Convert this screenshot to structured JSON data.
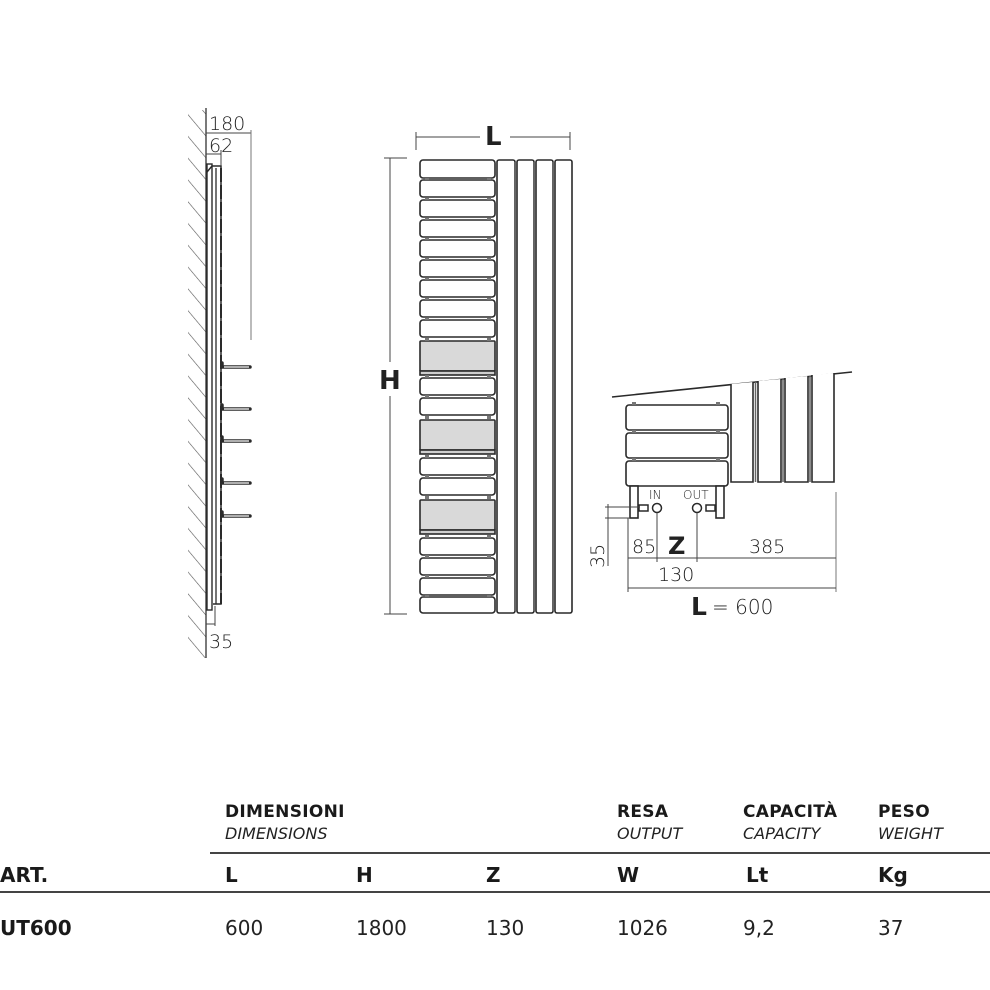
{
  "drawing": {
    "side_view": {
      "dim_total_depth": "180",
      "dim_panel_depth": "62",
      "dim_wall_gap": "35"
    },
    "front_view": {
      "dim_width_label": "L",
      "dim_height_label": "H",
      "slat_pattern": [
        "white",
        "white",
        "white",
        "white",
        "white",
        "white",
        "white",
        "white",
        "white",
        "gray",
        "white",
        "white",
        "gray",
        "white",
        "white",
        "gray",
        "white",
        "white",
        "white",
        "white"
      ]
    },
    "top_view": {
      "inlet_label": "IN",
      "outlet_label": "OUT",
      "dim_pipe_height": "35",
      "dim_inlet_offset": "85",
      "dim_centers_label": "Z",
      "dim_remaining": "385",
      "dim_outlet_offset": "130",
      "dim_total_label": "L",
      "dim_total_eq": "= 600"
    },
    "colors": {
      "line": "#2a2a2a",
      "slat_gray": "#d9d9d9",
      "background": "#ffffff"
    }
  },
  "table": {
    "groups": [
      {
        "it": "DIMENSIONI",
        "en": "DIMENSIONS"
      },
      {
        "it": "RESA",
        "en": "OUTPUT"
      },
      {
        "it": "CAPACITÀ",
        "en": "CAPACITY"
      },
      {
        "it": "PESO",
        "en": "WEIGHT"
      }
    ],
    "columns": [
      "ART.",
      "L",
      "H",
      "Z",
      "W",
      "Lt",
      "Kg"
    ],
    "rows": [
      {
        "art": "UT600",
        "L": "600",
        "H": "1800",
        "Z": "130",
        "W": "1026",
        "Lt": "9,2",
        "Kg": "37"
      }
    ]
  }
}
